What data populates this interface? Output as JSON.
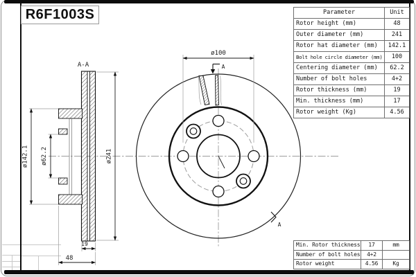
{
  "sheet": {
    "part_number": "R6F1003S"
  },
  "parameter_table": {
    "headers": {
      "parameter": "Parameter",
      "unit": "Unit"
    },
    "rows": [
      {
        "label": "Rotor height (mm)",
        "value": "48"
      },
      {
        "label": "Outer diameter (mm)",
        "value": "241"
      },
      {
        "label": "Rotor hat diameter (mm)",
        "value": "142.1"
      },
      {
        "label": "Bolt hole circle diameter (mm)",
        "value": "100"
      },
      {
        "label": "Centering diameter (mm)",
        "value": "62.2"
      },
      {
        "label": "Number of bolt holes",
        "value": "4+2"
      },
      {
        "label": "Rotor thickness (mm)",
        "value": "19"
      },
      {
        "label": "Min. thickness (mm)",
        "value": "17"
      },
      {
        "label": "Rotor weight (Kg)",
        "value": "4.56"
      }
    ]
  },
  "summary_table": {
    "rows": [
      {
        "label": "Min. Rotor thickness",
        "value": "17",
        "unit": "mm"
      },
      {
        "label": "Number of bolt holes",
        "value": "4+2",
        "unit": ""
      },
      {
        "label": "Rotor weight",
        "value": "4.56",
        "unit": "Kg"
      }
    ]
  },
  "drawing": {
    "section_view_label": "A-A",
    "section_mark": "A",
    "dimensions": {
      "outer_diameter": "ø241",
      "hat_diameter": "ø142.1",
      "centering_diameter": "ø62.2",
      "bolt_circle_diameter": "ø100",
      "rotor_thickness": "19",
      "rotor_height": "48"
    }
  },
  "colors": {
    "line": "#1b1b1b",
    "light_line": "#9c9c9c",
    "table_border": "#6e6e6e"
  }
}
